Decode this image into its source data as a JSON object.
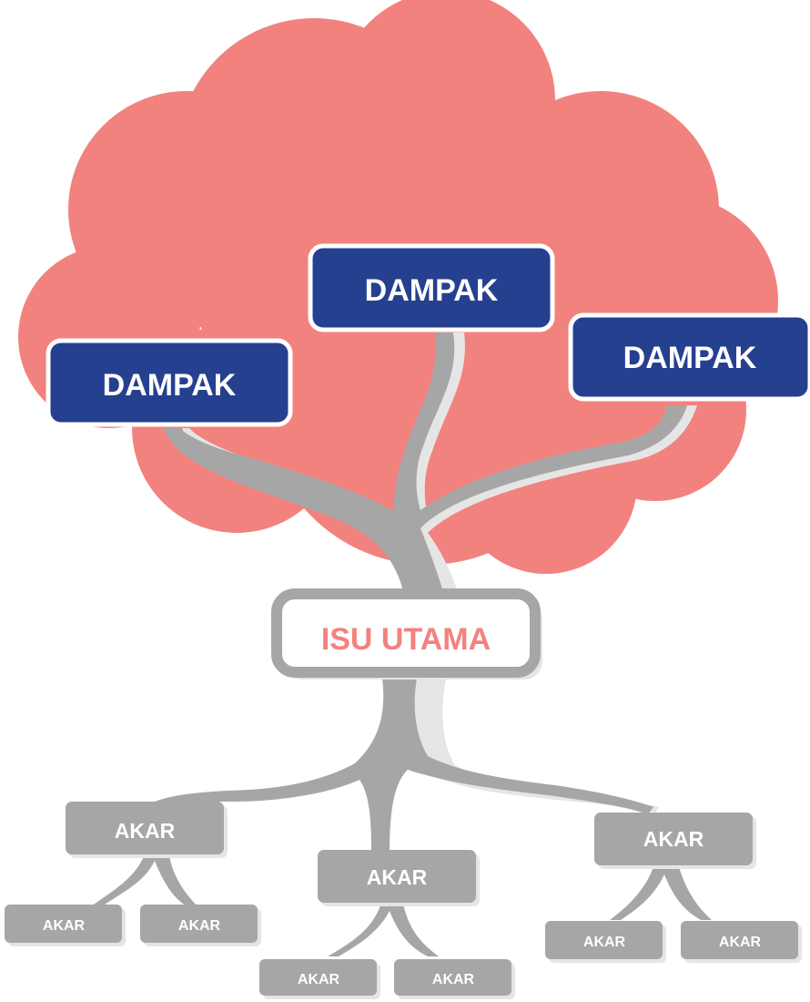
{
  "colors": {
    "canopy": "#f2827e",
    "trunk": "#a7a6a7",
    "trunk_shadow": "#e6e5e6",
    "dampak_fill": "#25408f",
    "box_border": "#ffffff",
    "isu_text": "#f2827e",
    "akar_fill": "#a7a6a7",
    "label_text": "#ffffff"
  },
  "dampak": [
    {
      "label": "DAMPAK"
    },
    {
      "label": "DAMPAK"
    },
    {
      "label": "DAMPAK"
    }
  ],
  "isu_utama": {
    "label": "ISU UTAMA"
  },
  "akar_main": [
    {
      "label": "AKAR"
    },
    {
      "label": "AKAR"
    },
    {
      "label": "AKAR"
    }
  ],
  "akar_sub": [
    {
      "label": "AKAR"
    },
    {
      "label": "AKAR"
    },
    {
      "label": "AKAR"
    },
    {
      "label": "AKAR"
    },
    {
      "label": "AKAR"
    },
    {
      "label": "AKAR"
    }
  ]
}
